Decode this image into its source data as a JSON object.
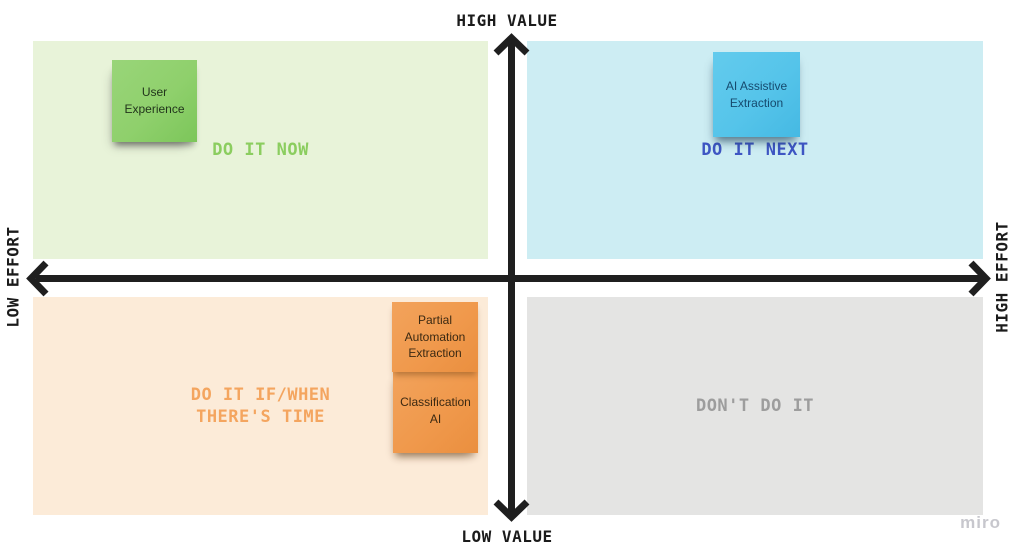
{
  "page": {
    "watermark": "miro"
  },
  "axis": {
    "top_label": "HIGH VALUE",
    "bottom_label": "LOW VALUE",
    "left_label": "LOW EFFORT",
    "right_label": "HIGH EFFORT",
    "line_color": "#1f1f1f"
  },
  "quadrants": {
    "top_left": {
      "caption": "DO IT NOW",
      "bg": "#e8f3d9",
      "caption_color": "#8bcd5f"
    },
    "top_right": {
      "caption": "DO IT NEXT",
      "bg": "#cdedf3",
      "caption_color": "#3e56c3"
    },
    "bottom_left": {
      "caption": "DO IT IF/WHEN\nTHERE'S TIME",
      "bg": "#fcebd8",
      "caption_color": "#f4a55f"
    },
    "bottom_right": {
      "caption": "DON'T DO IT",
      "bg": "#e4e4e3",
      "caption_color": "#9d9d9d"
    }
  },
  "sticky_notes": {
    "user_experience": {
      "text": "User Experience",
      "color": "#8fd06c",
      "text_color": "#22351c"
    },
    "ai_assistive": {
      "text": "AI Assistive Extraction",
      "color": "#55c4ea",
      "text_color": "#164a6e"
    },
    "partial_automation": {
      "text": "Partial Automation Extraction",
      "color": "#f0994c",
      "text_color": "#3b2912"
    },
    "classification_ai": {
      "text": "Classification AI",
      "color": "#f0994c",
      "text_color": "#3b2912"
    }
  }
}
